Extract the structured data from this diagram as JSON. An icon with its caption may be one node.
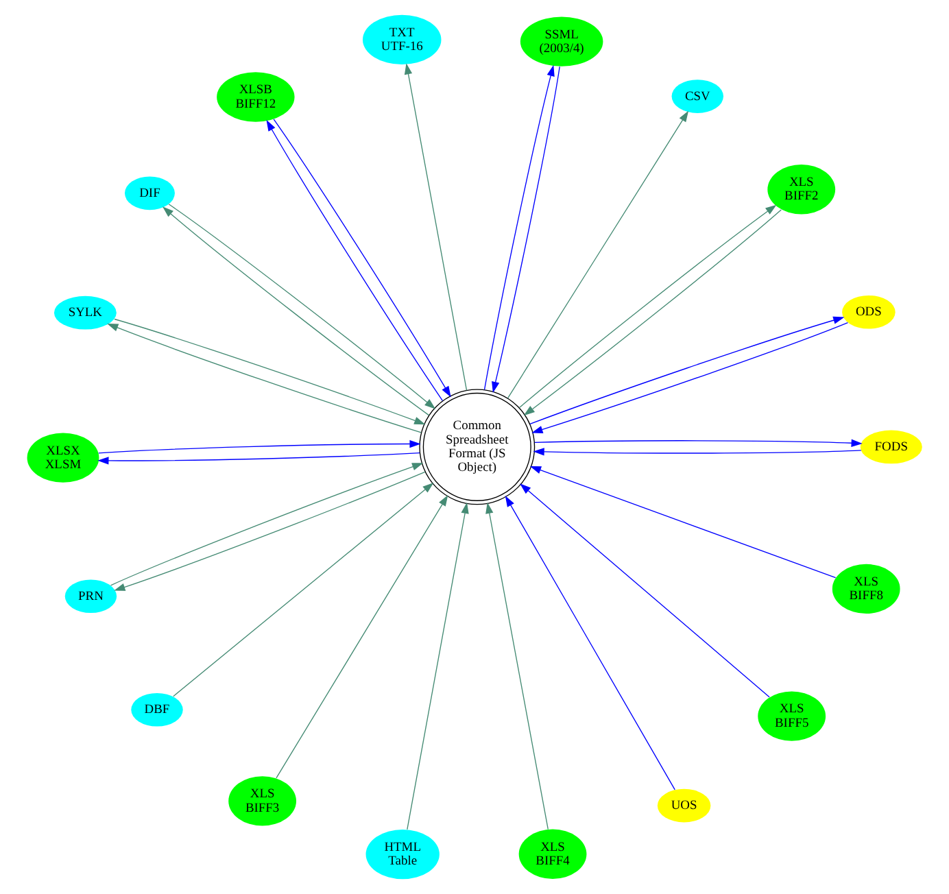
{
  "diagram": {
    "nodes": [
      {
        "text": [
          "Common Spreadsheet Format (JS Object)"
        ]
      },
      {
        "text": [
          "FODS"
        ]
      },
      {
        "text": [
          "ODS"
        ]
      },
      {
        "text": [
          "XLS BIFF2"
        ]
      },
      {
        "text": [
          "CSV"
        ]
      },
      {
        "text": [
          "SSML (2003/4)"
        ]
      },
      {
        "text": [
          "TXT UTF-16"
        ]
      },
      {
        "text": [
          "XLSB BIFF12"
        ]
      },
      {
        "text": [
          "DIF"
        ]
      },
      {
        "text": [
          "SYLK"
        ]
      },
      {
        "text": [
          "XLSX XLSM"
        ]
      },
      {
        "text": [
          "PRN"
        ]
      },
      {
        "text": [
          "DBF"
        ]
      },
      {
        "text": [
          "XLS BIFF3"
        ]
      },
      {
        "text": [
          "HTML Table"
        ]
      },
      {
        "text": [
          "XLS BIFF4"
        ]
      },
      {
        "text": [
          "UOS"
        ]
      },
      {
        "text": [
          "XLS BIFF5"
        ]
      },
      {
        "text": [
          "XLS BIFF8"
        ]
      }
    ],
    "edges": [
      {
        "from": 0,
        "to": 4,
        "arrow": "to",
        "color": "#458b74"
      },
      {
        "from": 0,
        "to": 6,
        "arrow": "to",
        "color": "#458b74"
      },
      {
        "from": 8,
        "to": 0,
        "arrow": "to",
        "color": "#458b74"
      },
      {
        "from": 0,
        "to": 8,
        "arrow": "to",
        "color": "#458b74"
      },
      {
        "from": 9,
        "to": 0,
        "arrow": "to",
        "color": "#458b74"
      },
      {
        "from": 0,
        "to": 9,
        "arrow": "to",
        "color": "#458b74"
      },
      {
        "from": 11,
        "to": 0,
        "arrow": "to",
        "color": "#458b74"
      },
      {
        "from": 0,
        "to": 11,
        "arrow": "to",
        "color": "#458b74"
      },
      {
        "from": 13,
        "to": 0,
        "arrow": "to",
        "color": "#458b74"
      },
      {
        "from": 15,
        "to": 0,
        "arrow": "to",
        "color": "#458b74"
      },
      {
        "from": 17,
        "to": 0,
        "arrow": "to",
        "color": "#0000ff"
      },
      {
        "from": 18,
        "to": 0,
        "arrow": "to",
        "color": "#0000ff"
      },
      {
        "from": 16,
        "to": 0,
        "arrow": "to",
        "color": "#0000ff"
      },
      {
        "from": 14,
        "to": 0,
        "arrow": "to",
        "color": "#458b74"
      },
      {
        "from": 12,
        "to": 0,
        "arrow": "to",
        "color": "#458b74"
      },
      {
        "from": 10,
        "to": 0,
        "arrow": "to",
        "color": "#0000ff"
      },
      {
        "from": 0,
        "to": 10,
        "arrow": "to",
        "color": "#0000ff"
      },
      {
        "from": 7,
        "to": 0,
        "arrow": "to",
        "color": "#0000ff"
      },
      {
        "from": 0,
        "to": 7,
        "arrow": "to",
        "color": "#0000ff"
      },
      {
        "from": 5,
        "to": 0,
        "arrow": "to",
        "color": "#0000ff"
      },
      {
        "from": 0,
        "to": 5,
        "arrow": "to",
        "color": "#0000ff"
      },
      {
        "from": 3,
        "to": 0,
        "arrow": "to",
        "color": "#458b74"
      },
      {
        "from": 0,
        "to": 3,
        "arrow": "to",
        "color": "#458b74"
      },
      {
        "from": 2,
        "to": 0,
        "arrow": "to",
        "color": "#0000ff"
      },
      {
        "from": 0,
        "to": 2,
        "arrow": "to",
        "color": "#0000ff"
      },
      {
        "from": 1,
        "to": 0,
        "arrow": "to",
        "color": "#0000ff"
      },
      {
        "from": 0,
        "to": 1,
        "arrow": "to",
        "color": "#0000ff"
      }
    ]
  }
}
